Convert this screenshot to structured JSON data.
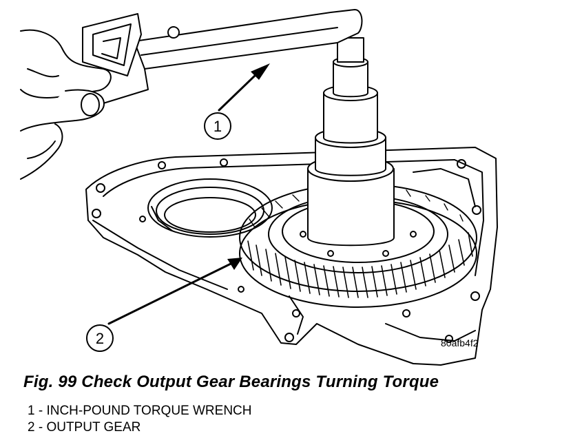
{
  "figure": {
    "code": "80afb4f2",
    "caption": "Fig. 99 Check Output Gear Bearings Turning Torque",
    "callouts": [
      {
        "number": "1"
      },
      {
        "number": "2"
      }
    ],
    "legend": [
      {
        "text": "1 - INCH-POUND TORQUE WRENCH"
      },
      {
        "text": "2 - OUTPUT GEAR"
      }
    ]
  }
}
